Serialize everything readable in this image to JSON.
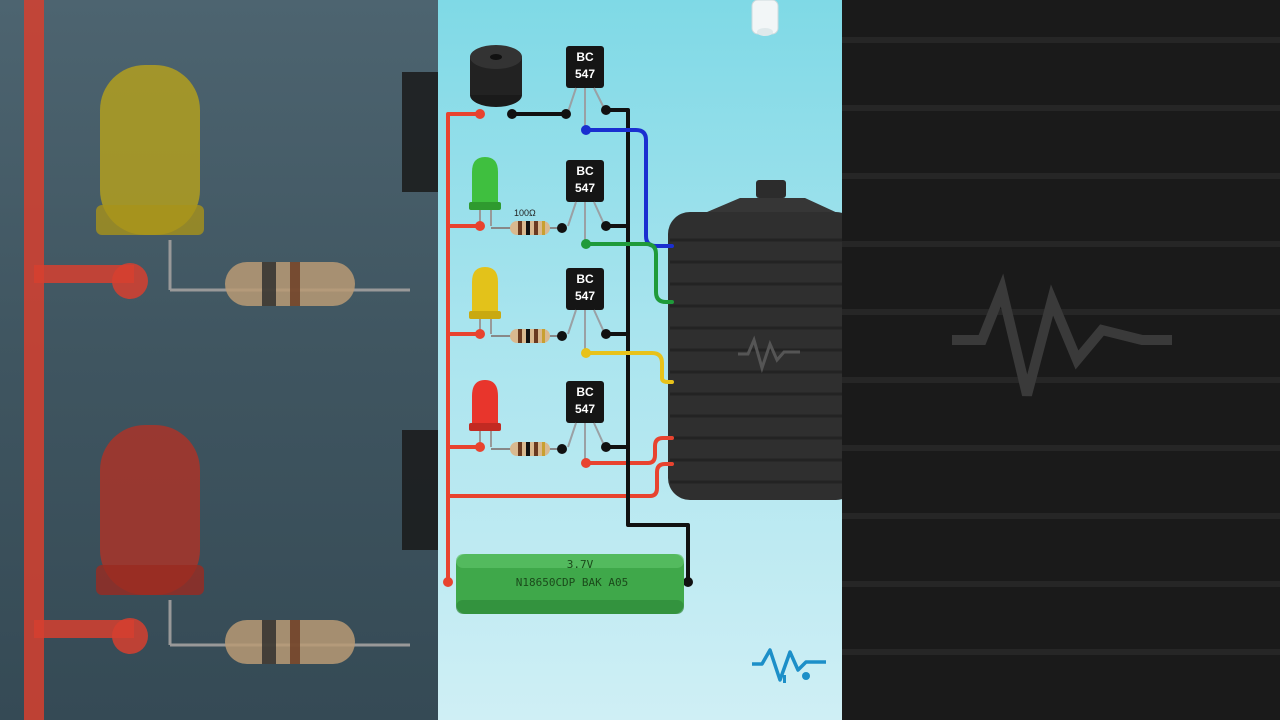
{
  "transistors": [
    {
      "line1": "BC",
      "line2": "547"
    },
    {
      "line1": "BC",
      "line2": "547"
    },
    {
      "line1": "BC",
      "line2": "547"
    },
    {
      "line1": "BC",
      "line2": "547"
    }
  ],
  "resistor_label": "100Ω",
  "battery": {
    "voltage": "3.7V",
    "model": "N18650CDP BAK A05"
  },
  "led_colors": [
    "#3fbf3f",
    "#e3c21a",
    "#e8352c"
  ],
  "wire_colors": {
    "positive": "#e8432f",
    "ground": "#111111",
    "blue": "#1a2fd0",
    "green": "#1f9a3a",
    "yellow": "#e8c21a"
  },
  "icons": [
    "brand-logo-icon",
    "buzzer-icon",
    "water-tank-icon",
    "battery-icon"
  ]
}
